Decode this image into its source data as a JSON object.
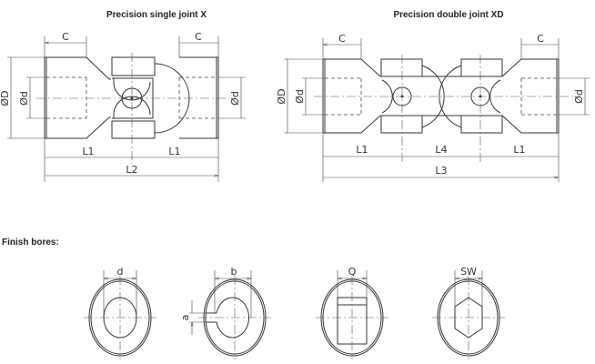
{
  "titles": {
    "single": "Precision single joint X",
    "double": "Precision double joint XD",
    "finish": "Finish bores:"
  },
  "single": {
    "c": "C",
    "D": "ØD",
    "d": "Ød",
    "L1": "L1",
    "L2": "L2"
  },
  "double": {
    "c": "C",
    "D": "ØD",
    "d": "Ød",
    "L1": "L1",
    "L4": "L4",
    "L3": "L3"
  },
  "bores": {
    "d": "d",
    "b": "b",
    "a": "a",
    "Q": "Q",
    "SW": "SW"
  }
}
